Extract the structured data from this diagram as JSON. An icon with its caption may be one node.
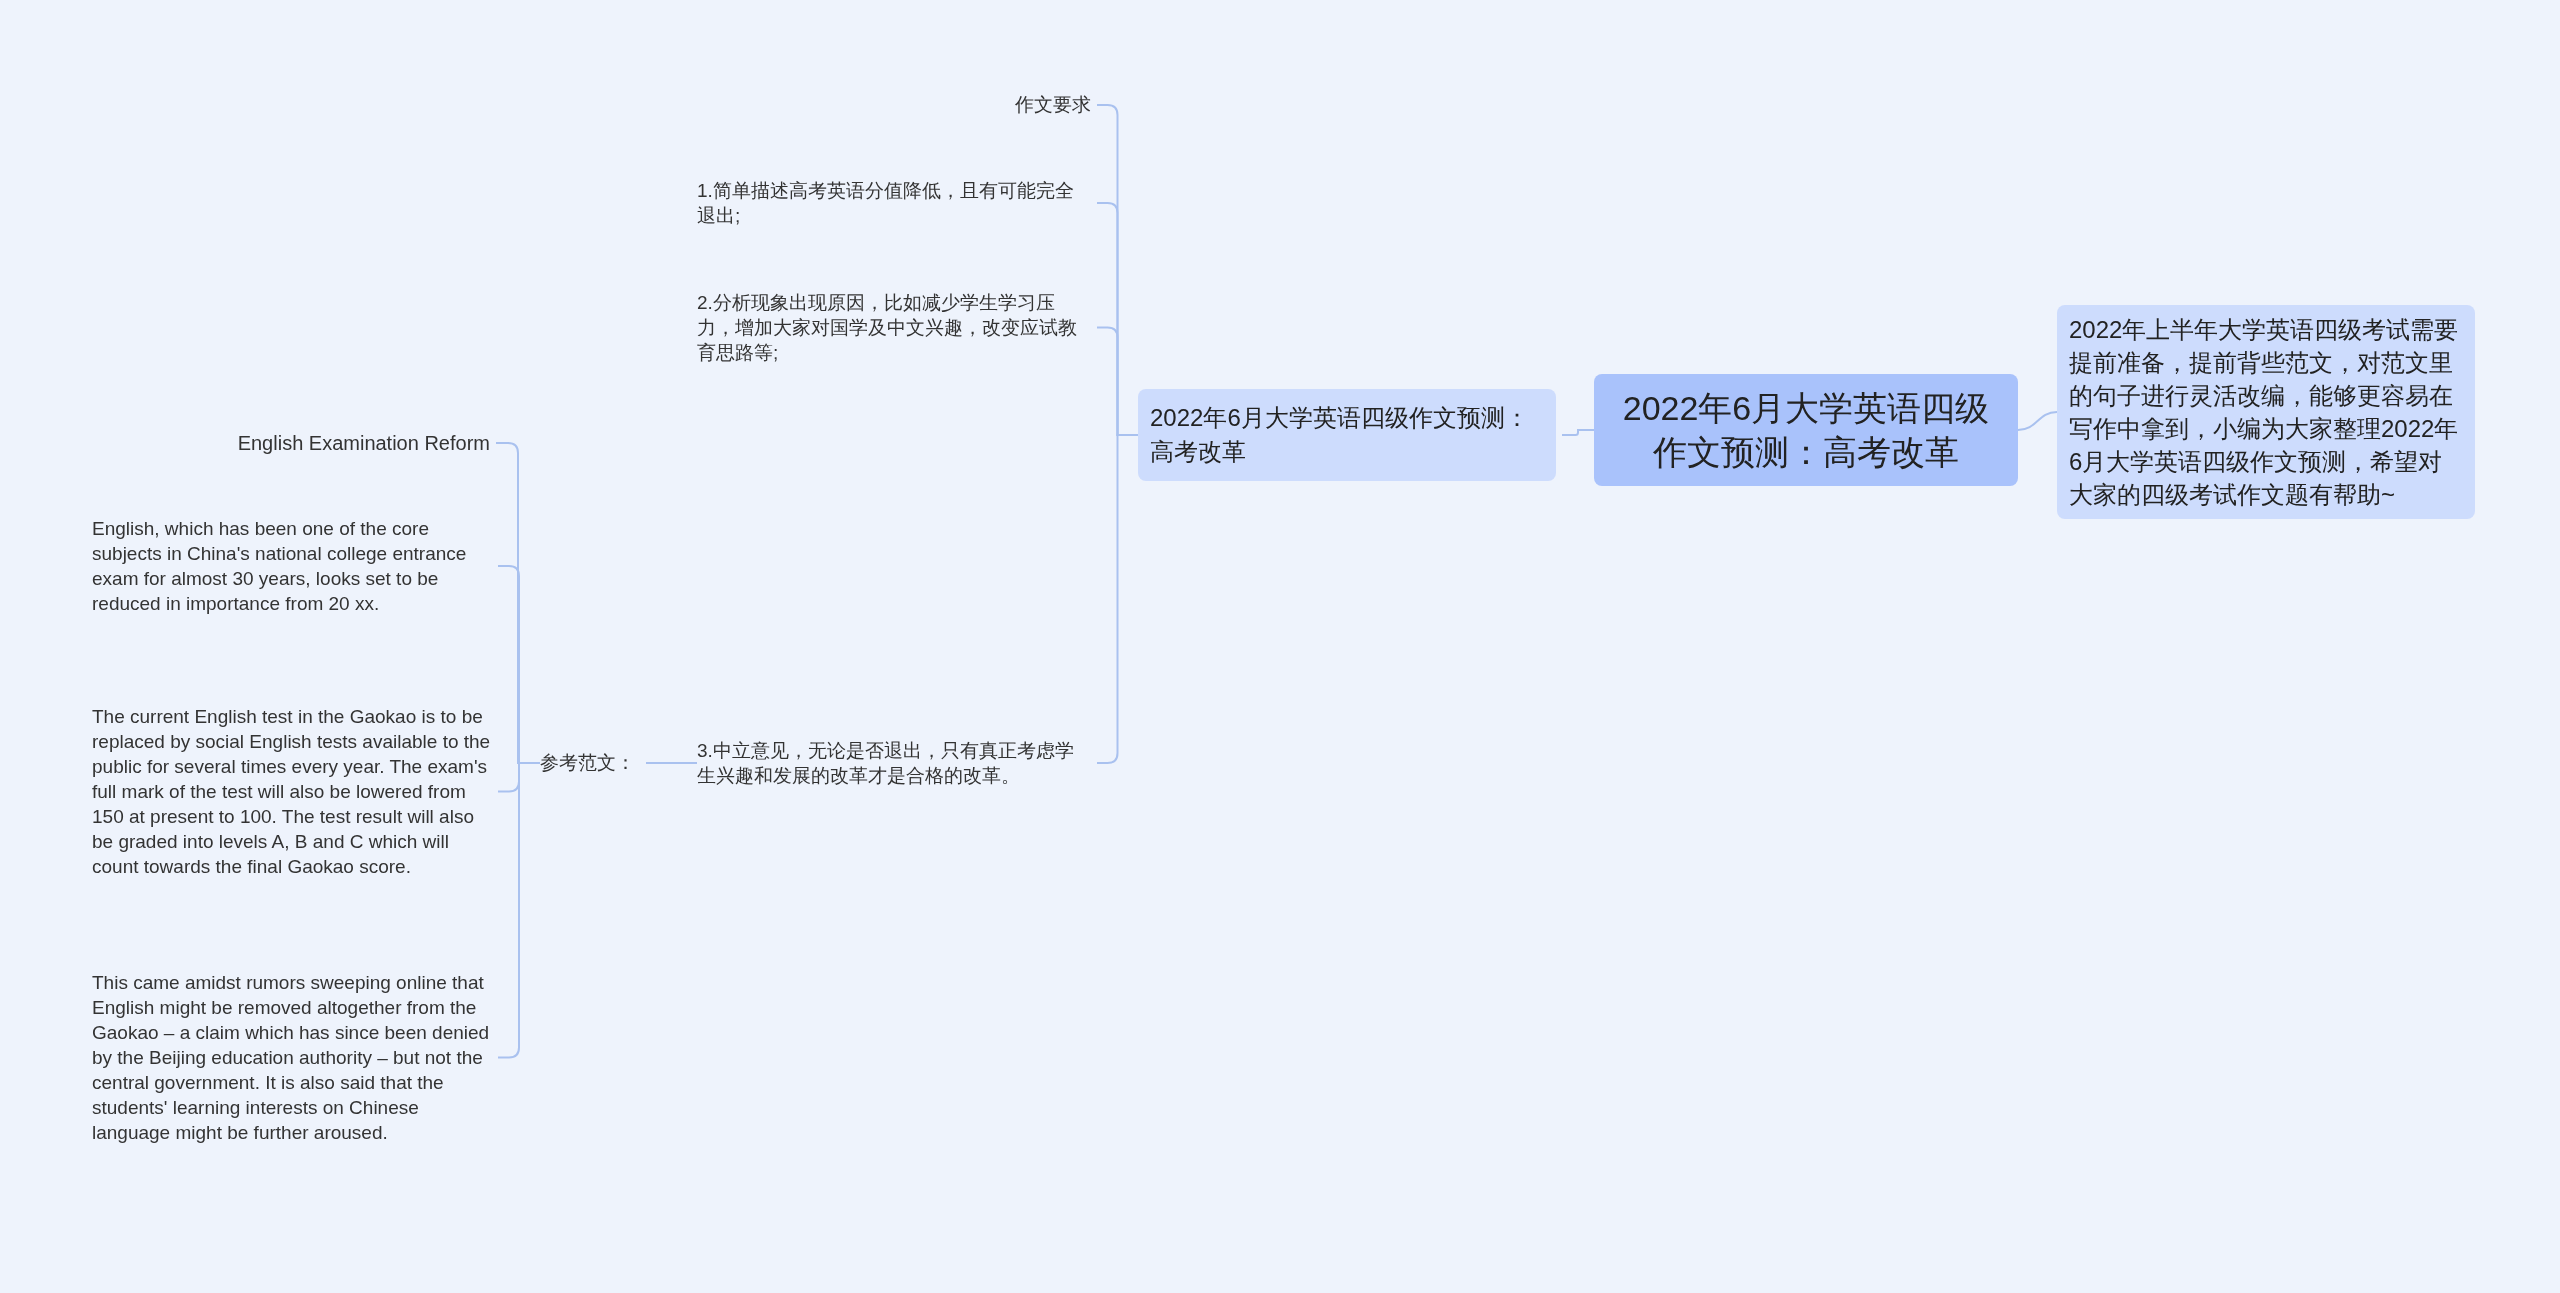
{
  "diagram": {
    "nodes": [
      {
        "text": [
          "2022年6月大学英语四级作文预测：高考改革"
        ]
      },
      {
        "text": [
          "2022年上半年大学英语四级考试需要提前准备，提前背些范文，对范文里的句子进行灵活改编，能够更容易在写作中拿到，小编为大家整理2022年6月大学英语四级作文预测，希望对大家的四级考试作文题有帮助~"
        ]
      },
      {
        "text": [
          "2022年6月大学英语四级作文预测：高考改革"
        ]
      },
      {
        "text": [
          "作文要求"
        ]
      },
      {
        "text": [
          "1.简单描述高考英语分值降低，且有可能完全退出;"
        ]
      },
      {
        "text": [
          "2.分析现象出现原因，比如减少学生学习压力，增加大家对国学及中文兴趣，改变应试教育思路等;"
        ]
      },
      {
        "text": [
          "3.中立意见，无论是否退出，只有真正考虑学生兴趣和发展的改革才是合格的改革。"
        ]
      },
      {
        "text": [
          "参考范文："
        ]
      },
      {
        "text": [
          "English Examination Reform"
        ]
      },
      {
        "text": [
          "English, which has been one of the core subjects in China's national college entrance exam for almost 30 years, looks set to be reduced in importance from 20 xx."
        ]
      },
      {
        "text": [
          "The current English test in the Gaokao is to be replaced by social English tests available to the public for several times every year. The exam's full mark of the test will also be lowered from 150 at present to 100. The test result will also be graded into levels A, B and C which will count towards the final Gaokao score."
        ]
      },
      {
        "text": [
          "This came amidst rumors sweeping online that English might be removed altogether from the Gaokao – a claim which has since been denied by the Beijing education authority – but not the central government. It is also said that the students' learning interests on Chinese language might be further aroused."
        ]
      }
    ],
    "edges": [
      {
        "from": 0,
        "to": 1,
        "arrow": "none"
      },
      {
        "from": 0,
        "to": 2,
        "arrow": "none"
      },
      {
        "from": 2,
        "to": 3,
        "arrow": "none"
      },
      {
        "from": 2,
        "to": 4,
        "arrow": "none"
      },
      {
        "from": 2,
        "to": 5,
        "arrow": "none"
      },
      {
        "from": 2,
        "to": 6,
        "arrow": "none"
      },
      {
        "from": 6,
        "to": 7,
        "arrow": "none"
      },
      {
        "from": 7,
        "to": 8,
        "arrow": "none"
      },
      {
        "from": 7,
        "to": 9,
        "arrow": "none"
      },
      {
        "from": 7,
        "to": 10,
        "arrow": "none"
      },
      {
        "from": 7,
        "to": 11,
        "arrow": "none"
      }
    ]
  }
}
